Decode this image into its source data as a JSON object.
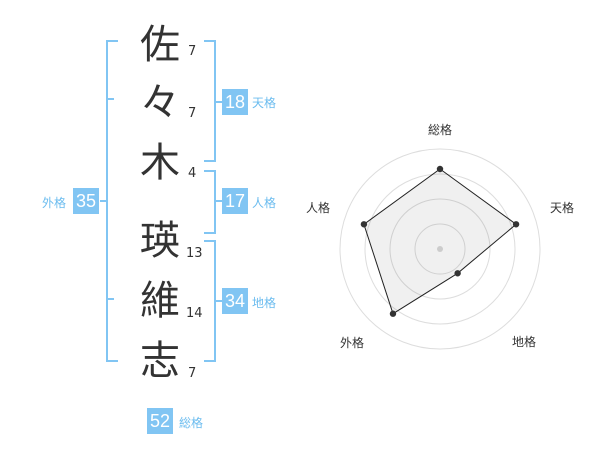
{
  "colors": {
    "accent": "#81c5f3",
    "label_text": "#6bbcef",
    "ink": "#333333"
  },
  "characters": [
    {
      "char": "佐",
      "strokes": "7"
    },
    {
      "char": "々",
      "strokes": "7"
    },
    {
      "char": "木",
      "strokes": "4"
    },
    {
      "char": "瑛",
      "strokes": "13"
    },
    {
      "char": "維",
      "strokes": "14"
    },
    {
      "char": "志",
      "strokes": "7"
    }
  ],
  "fortunes": {
    "tenkaku": {
      "value": "18",
      "label": "天格"
    },
    "jinkaku": {
      "value": "17",
      "label": "人格"
    },
    "chikaku": {
      "value": "34",
      "label": "地格"
    },
    "gaikaku": {
      "value": "35",
      "label": "外格"
    },
    "soukaku": {
      "value": "52",
      "label": "総格"
    }
  },
  "chart_data": {
    "type": "radar",
    "axes": [
      "総格",
      "天格",
      "地格",
      "外格",
      "人格"
    ],
    "values": [
      4,
      4,
      1.5,
      4,
      4
    ],
    "rmax": 5,
    "rings": 4
  }
}
